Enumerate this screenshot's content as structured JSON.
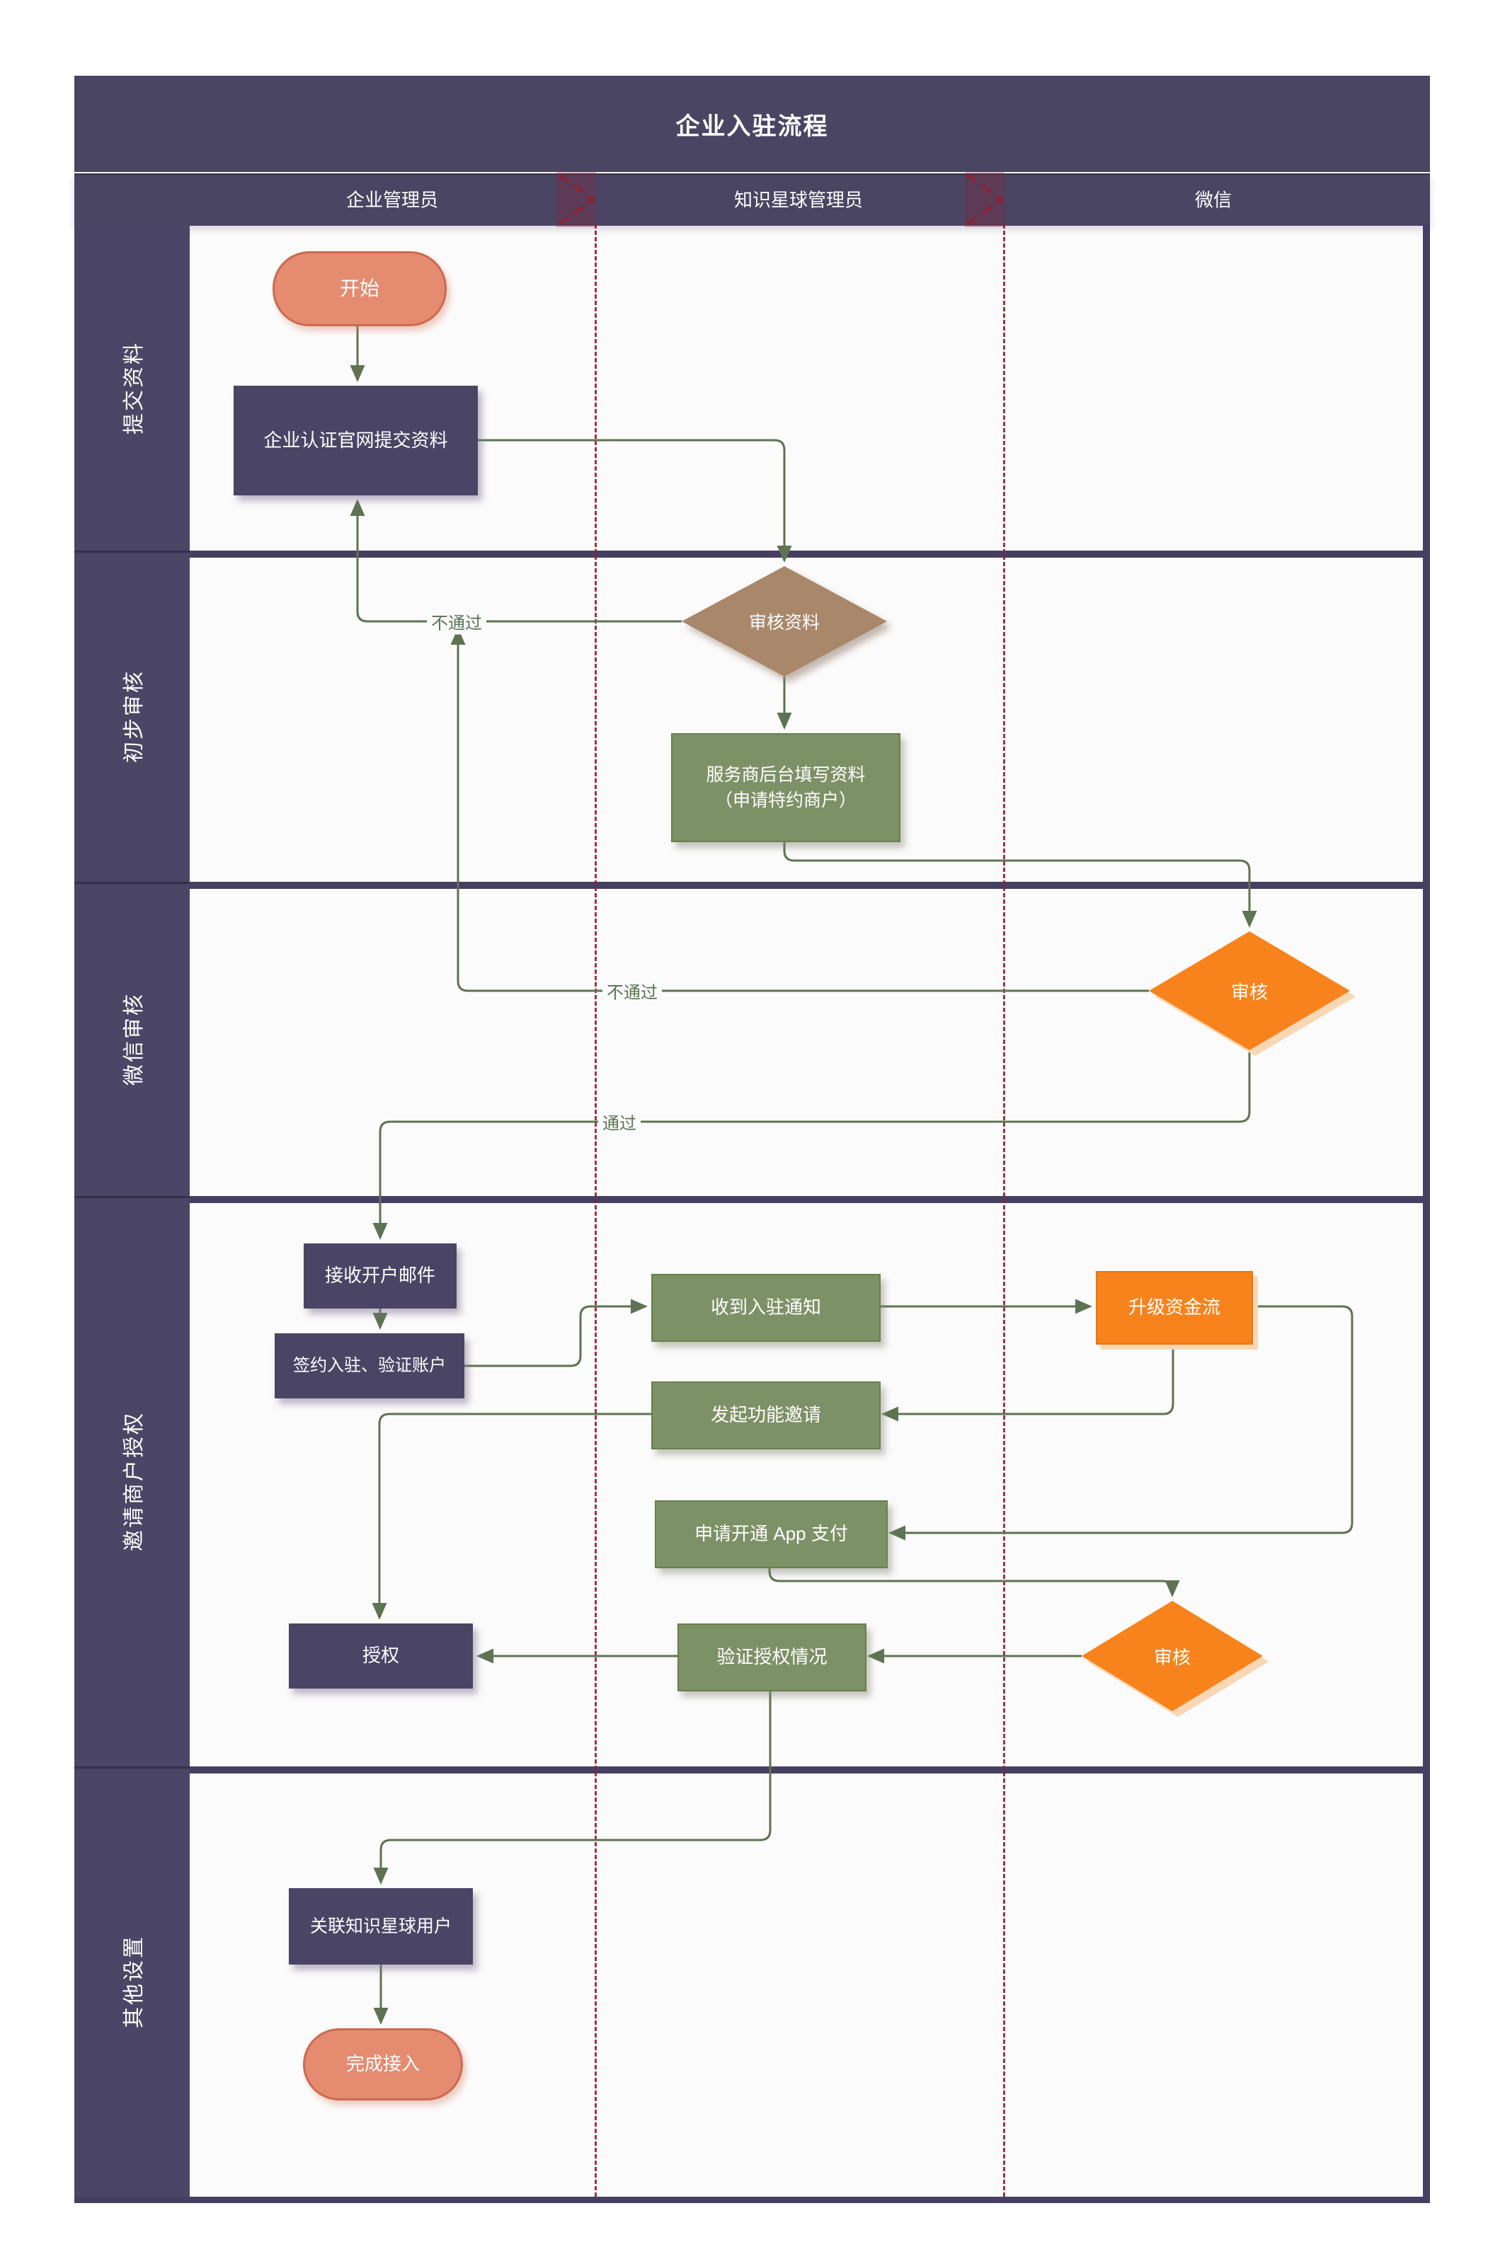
{
  "title": "企业入驻流程",
  "columns": [
    {
      "label": "企业管理员"
    },
    {
      "label": "知识星球管理员"
    },
    {
      "label": "微信"
    }
  ],
  "lanes": [
    {
      "label": "提交资料"
    },
    {
      "label": "初步审核"
    },
    {
      "label": "微信审核"
    },
    {
      "label": "邀请商户授权"
    },
    {
      "label": "其他设置"
    }
  ],
  "nodes": {
    "start": {
      "label": "开始",
      "type": "terminator"
    },
    "submit": {
      "label": "企业认证官网提交资料",
      "type": "process"
    },
    "review_material": {
      "label": "审核资料",
      "type": "decision"
    },
    "fill_info": {
      "label": "服务商后台填写资料",
      "label2": "（申请特约商户）",
      "type": "process"
    },
    "wechat_review": {
      "label": "审核",
      "type": "decision"
    },
    "receive_email": {
      "label": "接收开户邮件",
      "type": "process"
    },
    "sign_verify": {
      "label": "签约入驻、验证账户",
      "type": "process"
    },
    "receive_notice": {
      "label": "收到入驻通知",
      "type": "process"
    },
    "upgrade_funds": {
      "label": "升级资金流",
      "type": "process"
    },
    "invite_function": {
      "label": "发起功能邀请",
      "type": "process"
    },
    "apply_app_pay": {
      "label": "申请开通 App 支付",
      "type": "process"
    },
    "authorize": {
      "label": "授权",
      "type": "process"
    },
    "verify_auth": {
      "label": "验证授权情况",
      "type": "process"
    },
    "auth_review": {
      "label": "审核",
      "type": "decision"
    },
    "link_user": {
      "label": "关联知识星球用户",
      "type": "process"
    },
    "finish": {
      "label": "完成接入",
      "type": "terminator"
    }
  },
  "edge_labels": {
    "fail_material": "不通过",
    "fail_wechat": "不通过",
    "pass_wechat": "通过"
  },
  "colors": {
    "purple_bar": "#4A4563",
    "purple_side": "#4B4665",
    "purple_box": "#4A4565",
    "purple_dark": "#454060",
    "green_box": "#7D9166",
    "green_border": "#66804C",
    "tan": "#A9876B",
    "orange": "#F8831D",
    "orange_border": "#E9770F",
    "orange_shadow": "#F8D7B4",
    "salmon": "#E58B70",
    "salmon_border": "#CC6A50",
    "line": "#5D7352",
    "red": "#8E2132",
    "bg": "#FCFBFB"
  }
}
